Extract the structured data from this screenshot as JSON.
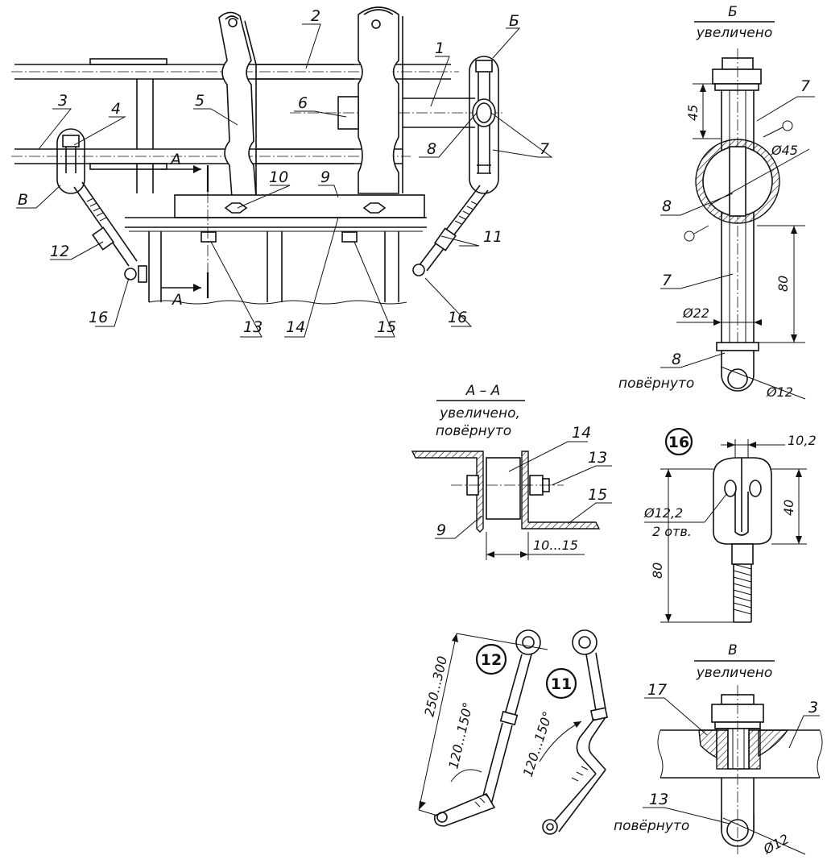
{
  "main_view": {
    "callouts": [
      "1",
      "2",
      "3",
      "4",
      "5",
      "6",
      "7",
      "8",
      "9",
      "10",
      "11",
      "12",
      "13",
      "14",
      "15",
      "16",
      "16"
    ],
    "section_marks": [
      "А",
      "А",
      "Б",
      "В"
    ]
  },
  "detail_b": {
    "title": "Б",
    "subtitle": "увеличено",
    "callouts": [
      "7",
      "8",
      "7",
      "8"
    ],
    "note": "повёрнуто",
    "dims": [
      "45",
      "Ø45",
      "80",
      "Ø22",
      "Ø12"
    ]
  },
  "section_aa": {
    "title": "А – А",
    "subtitle_1": "увеличено,",
    "subtitle_2": "повёрнуто",
    "callouts": [
      "14",
      "13",
      "15",
      "9"
    ],
    "dim": "10...15"
  },
  "part_16": {
    "number": "16",
    "dims": [
      "10,2",
      "Ø12,2",
      "2 отв.",
      "40",
      "80"
    ]
  },
  "part_12": {
    "number": "12",
    "dims": [
      "250...300",
      "120...150°"
    ]
  },
  "part_11": {
    "number": "11",
    "dims": [
      "120...150°"
    ]
  },
  "detail_v": {
    "title": "В",
    "subtitle": "увеличено",
    "callouts": [
      "17",
      "3",
      "13"
    ],
    "note": "повёрнуто",
    "dims": [
      "Ø12"
    ]
  }
}
